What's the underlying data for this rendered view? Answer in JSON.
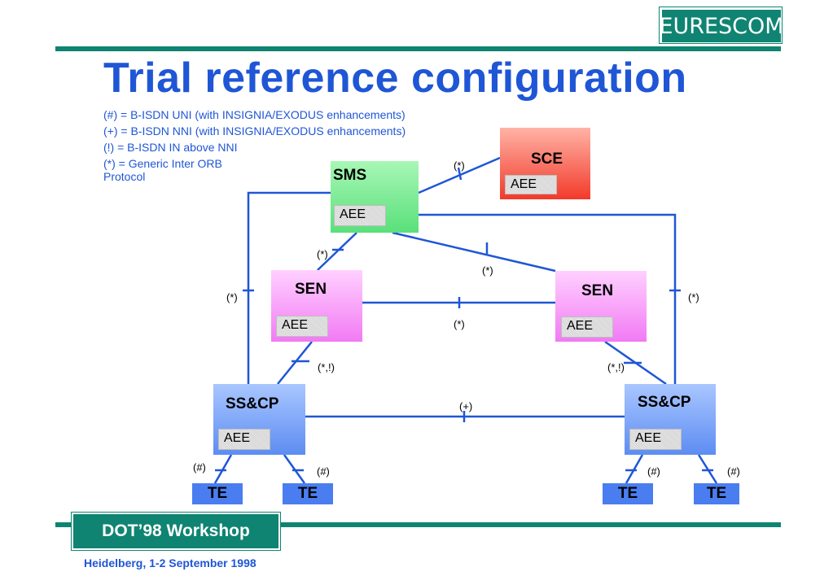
{
  "logo": "EURESCOM",
  "title": "Trial reference configuration",
  "legend": [
    "(#) = B-ISDN UNI (with INSIGNIA/EXODUS enhancements)",
    "(+) = B-ISDN NNI (with INSIGNIA/EXODUS enhancements)",
    "(!) = B-ISDN IN above NNI",
    "(*) = Generic Inter ORB",
    "Protocol"
  ],
  "nodes": {
    "sms": {
      "label": "SMS",
      "aee": "AEE"
    },
    "sce": {
      "label": "SCE",
      "aee": "AEE"
    },
    "sen_left": {
      "label": "SEN",
      "aee": "AEE"
    },
    "sen_right": {
      "label": "SEN",
      "aee": "AEE"
    },
    "sscp_left": {
      "label": "SS&CP",
      "aee": "AEE"
    },
    "sscp_right": {
      "label": "SS&CP",
      "aee": "AEE"
    },
    "te": [
      "TE",
      "TE",
      "TE",
      "TE"
    ]
  },
  "interfaces": {
    "sms_sce": "(*)",
    "sms_sen_left": "(*)",
    "sms_sen_right": "(*)",
    "left_outer": "(*)",
    "right_outer": "(*)",
    "sen_sen": "(*)",
    "sen_left_sscp": "(*,!)",
    "sen_right_sscp": "(*,!)",
    "sscp_sscp": "(+)",
    "te1": "(#)",
    "te2": "(#)",
    "te3": "(#)",
    "te4": "(#)"
  },
  "footer": {
    "event": "DOT’98 Workshop",
    "place_date": "Heidelberg, 1-2 September 1998"
  },
  "colors": {
    "brand": "#0f8472",
    "title": "#1f56d6",
    "link": "#1f56d6"
  }
}
